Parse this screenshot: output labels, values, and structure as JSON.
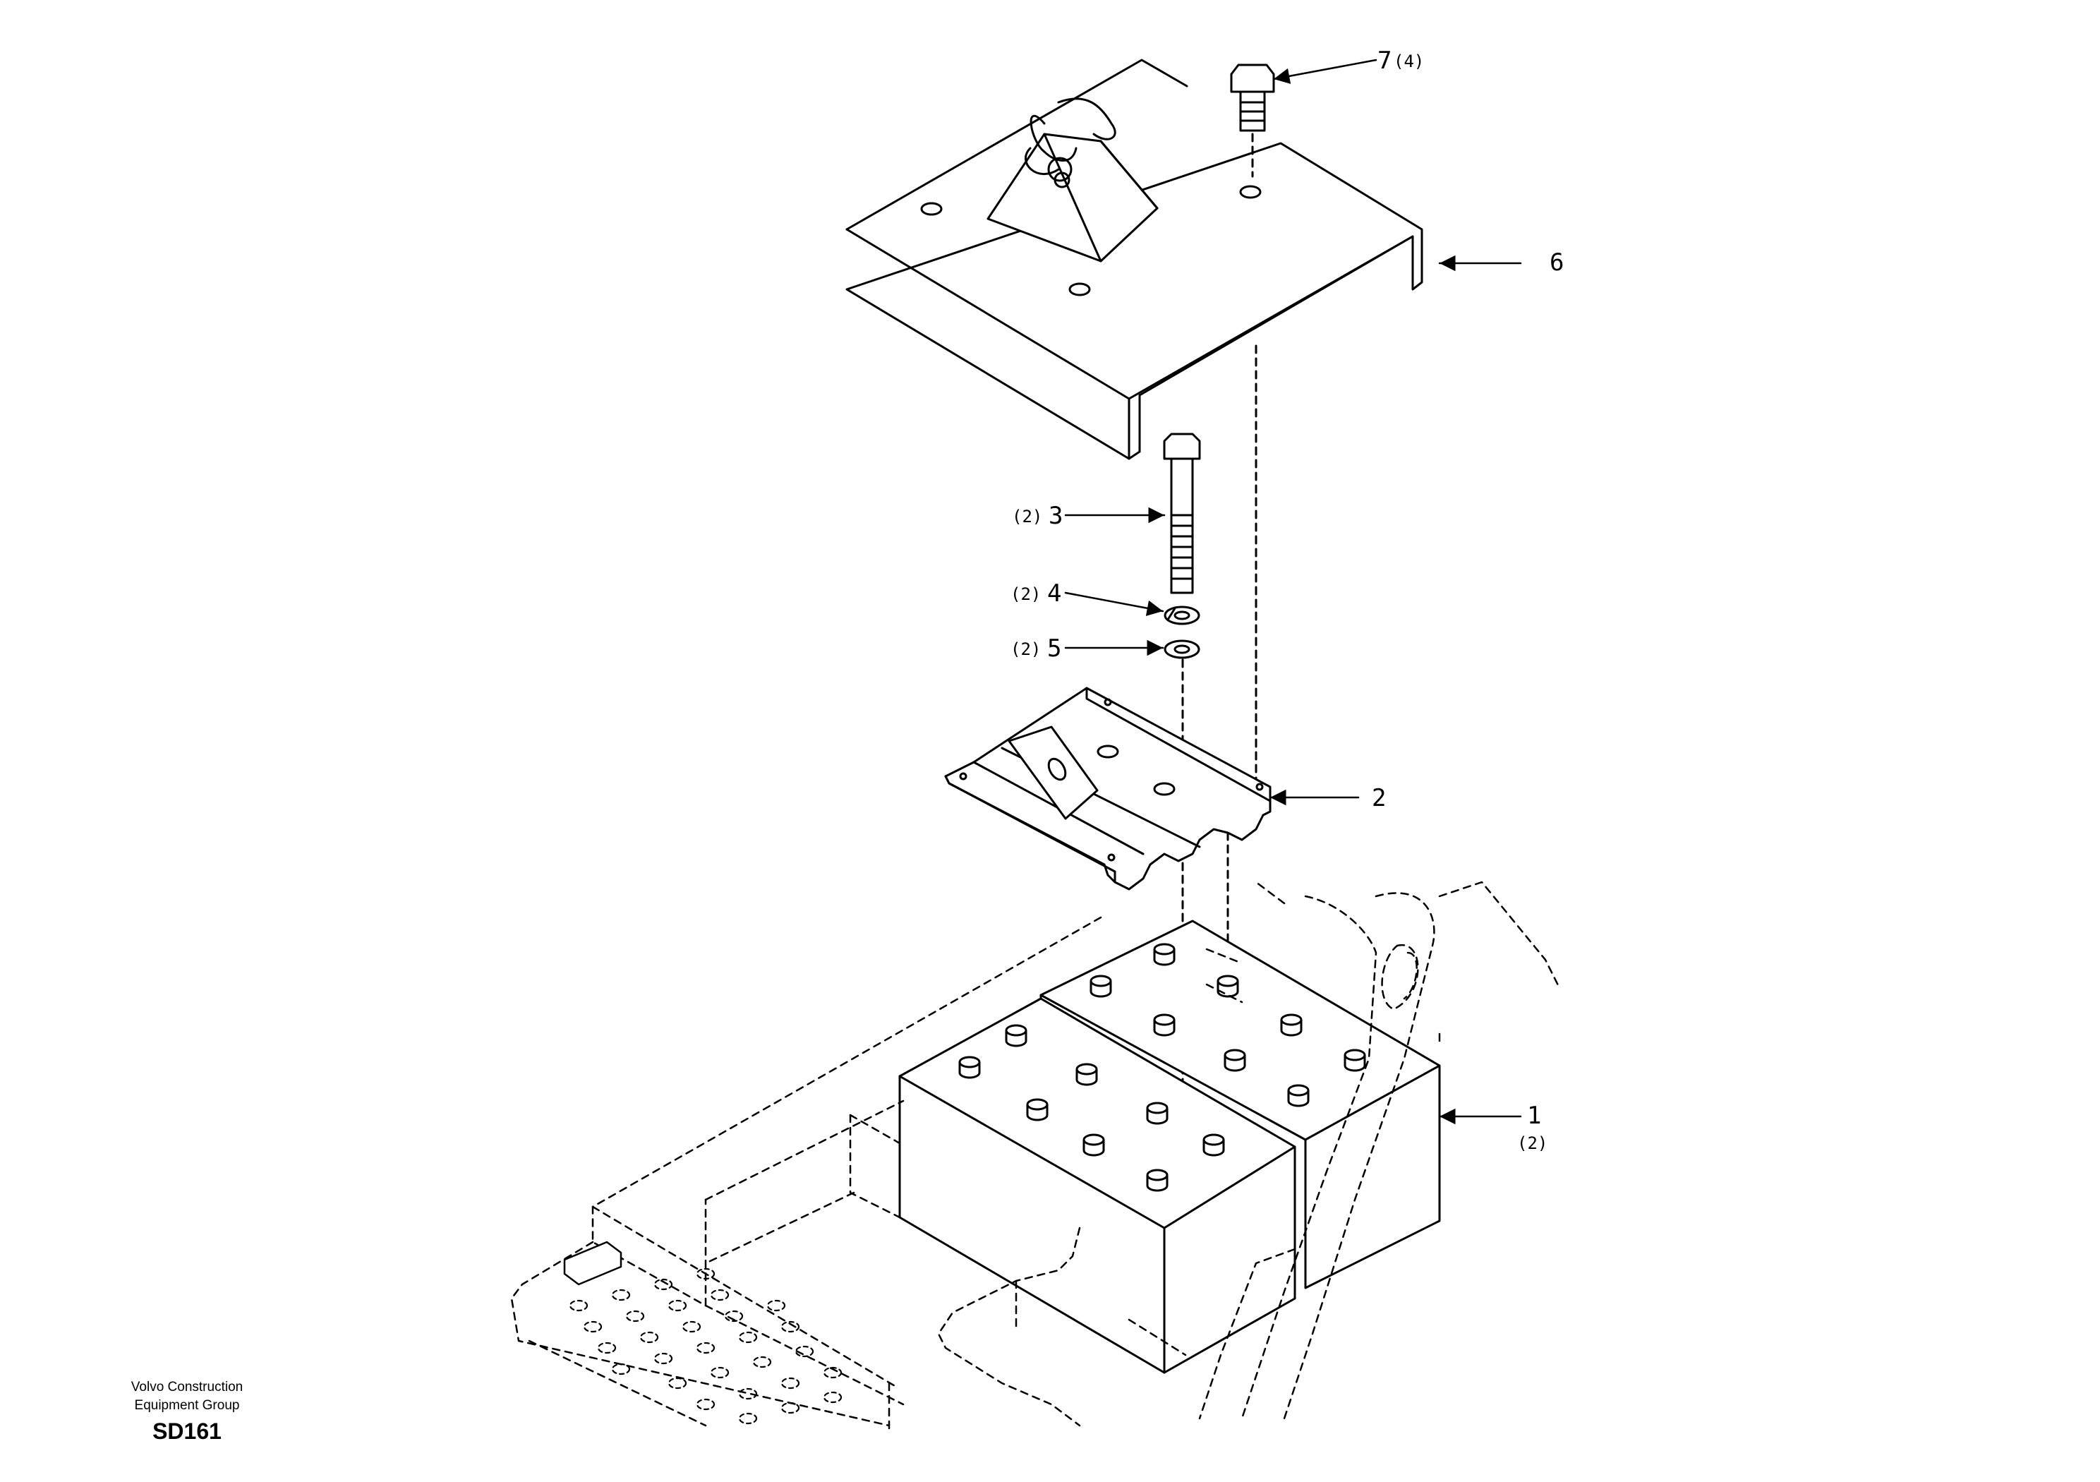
{
  "callouts": {
    "part_7": "7",
    "part_7_qty": "(4)",
    "part_6": "6",
    "part_3": "3",
    "part_3_qty": "(2)",
    "part_4": "4",
    "part_4_qty": "(2)",
    "part_5": "5",
    "part_5_qty": "(2)",
    "part_2": "2",
    "part_1": "1",
    "part_1_qty": "(2)"
  },
  "footer": {
    "company_line1": "Volvo Construction",
    "company_line2": "Equipment Group",
    "code": "SD161"
  }
}
